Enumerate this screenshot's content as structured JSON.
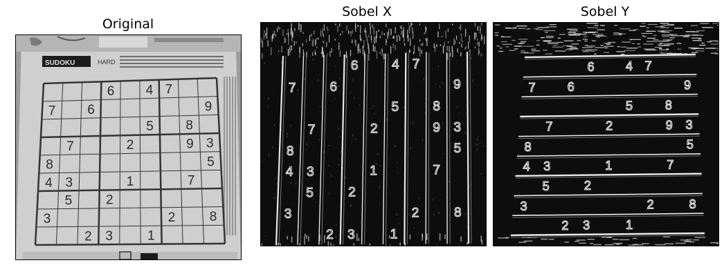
{
  "figure": {
    "panels": [
      {
        "title": "Original"
      },
      {
        "title": "Sobel X"
      },
      {
        "title": "Sobel Y"
      }
    ]
  },
  "sudoku": {
    "header_label": "SUDOKU",
    "difficulty": "HARD",
    "grid": [
      [
        "",
        "",
        "",
        "6",
        "",
        "4",
        "7",
        "",
        ""
      ],
      [
        "7",
        "",
        "6",
        "",
        "",
        "",
        "",
        "",
        "9"
      ],
      [
        "",
        "",
        "",
        "",
        "",
        "5",
        "",
        "8",
        ""
      ],
      [
        "",
        "7",
        "",
        "",
        "2",
        "",
        "",
        "9",
        "3"
      ],
      [
        "8",
        "",
        "",
        "",
        "",
        "",
        "",
        "",
        "5"
      ],
      [
        "4",
        "3",
        "",
        "",
        "1",
        "",
        "",
        "7",
        ""
      ],
      [
        "",
        "5",
        "",
        "2",
        "",
        "",
        "",
        "",
        ""
      ],
      [
        "3",
        "",
        "",
        "",
        "",
        "",
        "2",
        "",
        "8"
      ],
      [
        "",
        "",
        "2",
        "3",
        "",
        "1",
        "",
        "",
        ""
      ]
    ]
  },
  "colors": {
    "paper": "#c9c9c9",
    "ink": "#2b2b2b",
    "edge_background": "#0d0d0d",
    "edge_lines": "#e8e8e8"
  }
}
